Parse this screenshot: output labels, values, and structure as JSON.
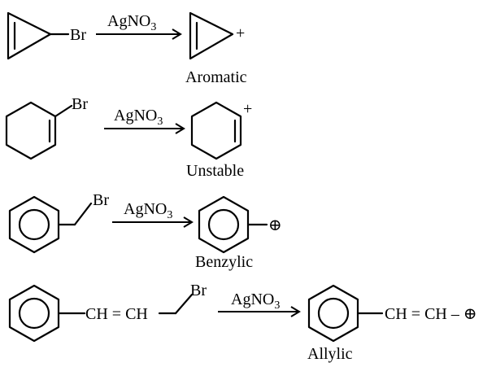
{
  "reactions": [
    {
      "reactant": {
        "substituent": "Br"
      },
      "reagent": {
        "main": "AgNO",
        "sub": "3"
      },
      "product": {
        "charge": "+"
      },
      "caption": "Aromatic"
    },
    {
      "reactant": {
        "substituent": "Br"
      },
      "reagent": {
        "main": "AgNO",
        "sub": "3"
      },
      "product": {
        "charge": "+"
      },
      "caption": "Unstable"
    },
    {
      "reactant": {
        "substituent": "Br"
      },
      "reagent": {
        "main": "AgNO",
        "sub": "3"
      },
      "product": {
        "charge": "⊕"
      },
      "caption": "Benzylic"
    },
    {
      "reactant": {
        "chain": "CH = CH",
        "substituent": "Br"
      },
      "reagent": {
        "main": "AgNO",
        "sub": "3"
      },
      "product": {
        "chain": "CH = CH – ",
        "charge": "⊕"
      },
      "caption": "Allylic"
    }
  ]
}
